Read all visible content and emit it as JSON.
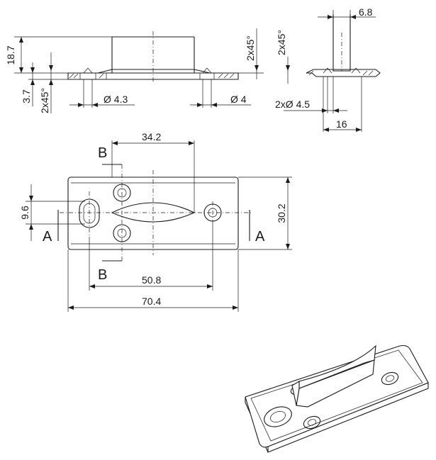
{
  "dimensions": {
    "height_18_7": "18.7",
    "height_3_7": "3.7",
    "chamfer_left": "2x45°",
    "chamfer_right": "2x45°",
    "chamfer_side": "2x45°",
    "hole_4_3": "Ø 4.3",
    "hole_4": "Ø 4",
    "hole_2x_4_5": "2xØ 4.5",
    "width_6_8": "6.8",
    "width_16": "16",
    "dist_34_2": "34.2",
    "dist_9_6": "9.6",
    "dist_30_2": "30.2",
    "dist_50_8": "50.8",
    "dist_70_4": "70.4"
  },
  "section_labels": {
    "a_left": "A",
    "a_right": "A",
    "b_top": "B",
    "b_bottom": "B"
  }
}
